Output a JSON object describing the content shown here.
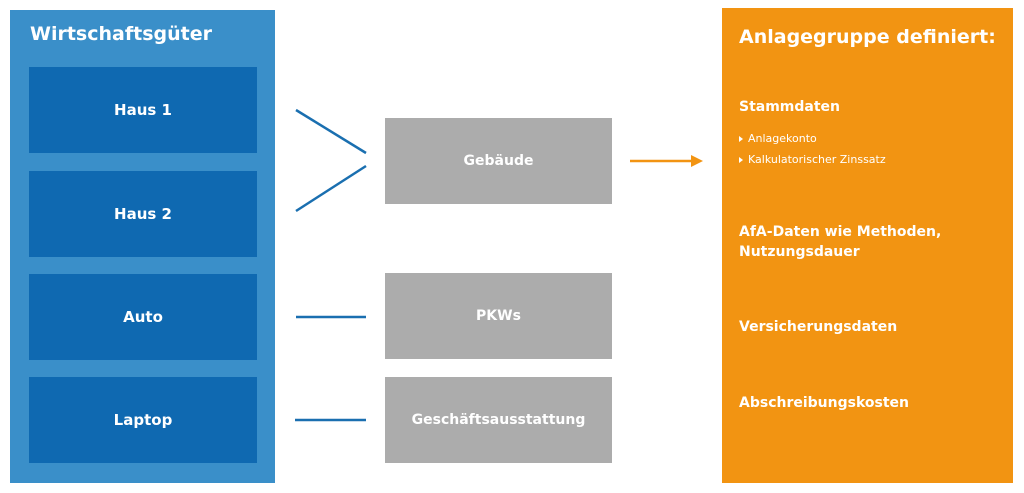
{
  "left": {
    "title": "Wirtschaftsgüter",
    "assets": [
      "Haus 1",
      "Haus 2",
      "Auto",
      "Laptop"
    ]
  },
  "groups": [
    "Gebäude",
    "PKWs",
    "Geschäftsausstattung"
  ],
  "right": {
    "title": "Anlagegruppe definiert:",
    "stammdaten": {
      "heading": "Stammdaten",
      "items": [
        "Anlagekonto",
        "Kalkulatorischer Zinssatz"
      ]
    },
    "afa_line1": "AfA-Daten wie Methoden,",
    "afa_line2": "Nutzungsdauer",
    "versicherung": "Versicherungsdaten",
    "abschreibung": "Abschreibungskosten"
  },
  "colors": {
    "left_panel": "#3a8fc9",
    "asset_box": "#0f69b1",
    "group_box": "#acacac",
    "right_panel": "#f29412",
    "connector_blue": "#1a6fb0",
    "arrow_orange": "#f29412"
  }
}
